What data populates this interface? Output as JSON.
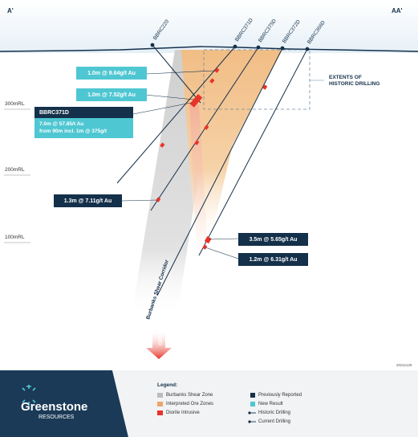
{
  "section": {
    "corner_left": "A'",
    "corner_right": "AA'",
    "rl_labels": [
      "300mRL",
      "200mRL",
      "100mRL"
    ],
    "holes": [
      "BBRC220",
      "BBRC371D",
      "BBRC375D",
      "BBRC372D",
      "BBRC366D"
    ],
    "historic_label_line1": "EXTENTS OF",
    "historic_label_line2": "HISTORIC DRILLING",
    "shear_label": "Burbanks Shear Corridor",
    "open_label": "OPEN",
    "date_code": "20211129"
  },
  "intercepts": {
    "i1": "1.0m @ 9.64g/t Au",
    "i2": "1.0m @ 7.52g/t Au",
    "i4": "1.3m @ 7.11g/t Au",
    "i5": "3.5m @ 5.65g/t Au",
    "i6": "1.2m @ 6.31g/t Au",
    "big_title": "BBRC371D",
    "big_line1": "7.0m @ 57.85/t Au",
    "big_line2": "from 90m  incl. 1m @ 375g/t"
  },
  "legend": {
    "title": "Legend:",
    "left": [
      "Burbanks Shear Zone",
      "Interpreted Ore Zones",
      "Diorite Intrusive"
    ],
    "right": [
      "Previously Reported",
      "New Result",
      "Historic Drilling",
      "Current Drilling"
    ]
  },
  "brand": {
    "name": "Greenstone",
    "sub": "RESOURCES"
  },
  "colors": {
    "navy": "#14304a",
    "teal": "#4fc7d2",
    "ore_zone": "#f3c48d",
    "shear_zone": "#c8c8c8",
    "diorite": "#f09a8c",
    "footer_bg": "#1b3a57"
  }
}
